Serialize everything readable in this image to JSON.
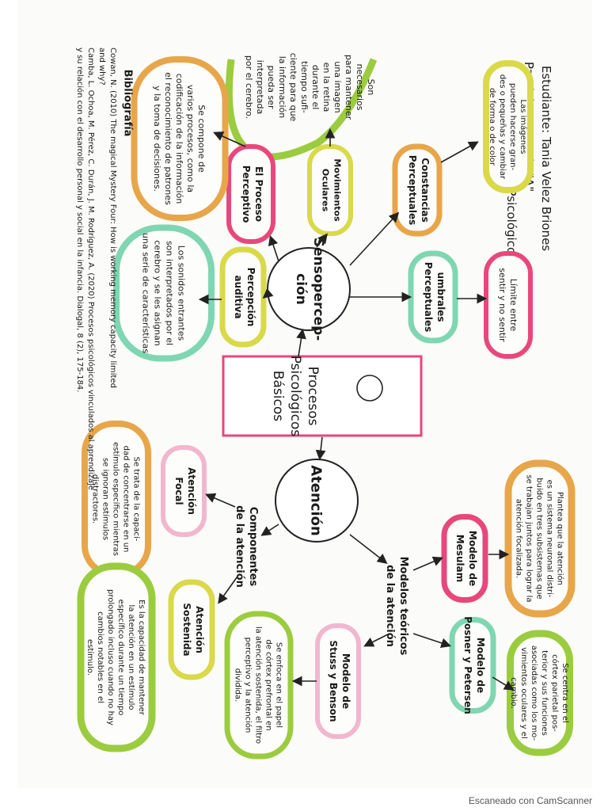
{
  "header": {
    "student": "Estudiante: Tania Velez Briones",
    "paralelo": "Paralelo: Segundo \"A\"",
    "materia": "Materia: Procesos Psicológicos"
  },
  "center": {
    "lines": [
      "Procesos",
      "Psicológicos",
      "Básicos"
    ]
  },
  "sensopercepcion": {
    "lines": [
      "Sensopercep-",
      "ción"
    ]
  },
  "atencion": {
    "label": "Atención"
  },
  "branches": {
    "proceso_perceptivo": {
      "label": [
        "El Proceso",
        "Perceptivo"
      ],
      "note": [
        "Se compone de",
        "varios procesos, como la",
        "codificación de la información",
        "el reconocimiento de patrones",
        "y la toma de decisiones."
      ]
    },
    "movimientos_oculares": {
      "label": [
        "Movimientos",
        "Oculares"
      ],
      "note": [
        "Son",
        "necesarios",
        "para mantener",
        "una imagen",
        "en la retina",
        "durante el",
        "tiempo sufi-",
        "ciente para que",
        "la información",
        "pueda ser",
        "interpretada",
        "por el cerebro."
      ]
    },
    "constancias": {
      "label": [
        "Constancias",
        "Perceptuales"
      ],
      "note": [
        "Las imágenes",
        "pueden hacerse gran-",
        "des o pequeñas y cambiar",
        "de forma o de color"
      ]
    },
    "percepcion_auditiva": {
      "label": [
        "Percepción",
        "auditiva"
      ],
      "note": [
        "Los sonidos entrantes",
        "son interpretados por el",
        "cerebro y se les asignan",
        "una serie de características"
      ]
    },
    "umbrales": {
      "label": [
        "umbrales",
        "Perceptuales"
      ],
      "note": [
        "Límite entre",
        "sentir y no sentir"
      ]
    },
    "atencion_focal": {
      "label": [
        "Atención",
        "Focal"
      ],
      "note": [
        "Se trata de la capaci-",
        "dad de concentrarse en un",
        "estímulo específico mientras",
        "se ignoran estímulos",
        "distractores."
      ]
    },
    "componentes": {
      "label": [
        "Componentes",
        "de la atención"
      ]
    },
    "atencion_sostenida": {
      "label": [
        "Atención",
        "Sostenida"
      ],
      "note": [
        "Es la capacidad de mantener",
        "la atención en un estímulo",
        "específico durante un tiempo",
        "prolongado incluso cuando no hay",
        "cambios notables en el",
        "estímulo."
      ]
    },
    "modelos": {
      "label": [
        "Modelos teóricos",
        "de la atención"
      ]
    },
    "mesulam": {
      "label": [
        "Modelo de",
        "Mesulam"
      ],
      "note": [
        "Plantea que la atención",
        "es un sistema neuronal distri-",
        "buido en tres subsistemas que",
        "se trabajan juntos para lograr la",
        "atención focalizada."
      ]
    },
    "posner": {
      "label": [
        "Modelo de",
        "Posner y Petersen"
      ],
      "note": [
        "Se centra en el",
        "córtex parietal pos-",
        "terior y sus funciones",
        "asociadas como los mo-",
        "vimientos oculares y el",
        "cambio."
      ]
    },
    "stuss": {
      "label": [
        "Modelo de",
        "Stuss y Benson"
      ],
      "note": [
        "Se enfoca en el papel",
        "de córtex prefrontal en",
        "la atención sostenida, el filtro",
        "perceptivo y la atención",
        "dividida."
      ]
    }
  },
  "bibliography": {
    "title": "Bibliografía",
    "lines": [
      "Cowan, N. (2010) The magical Mystery Four: How is working memory capacity limited",
      "and why?",
      "Camba, L. Ochoa, M. Pérez, C. Durán, J. M. Rodríguez, A. (2020) Procesos psicológicos vinculados al aprendizaje",
      "y su relación con el desarrollo personal y social en la infancia. Dialogal, 8 (2), 175-184."
    ]
  },
  "footer": {
    "scanner": "Escaneado con CamScanner"
  },
  "colors": {
    "pink": "#e8477d",
    "yellow": "#d9d94a",
    "orange": "#e8a64a",
    "mint": "#7fd6b2",
    "green": "#9bcc3f",
    "lightpink": "#f2b6cf"
  }
}
